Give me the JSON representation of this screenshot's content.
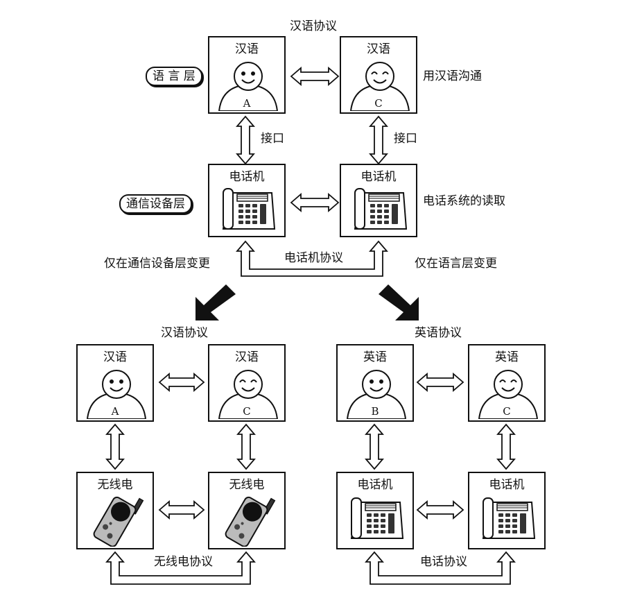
{
  "top": {
    "title": "汉语协议",
    "left_box": {
      "caption": "汉语",
      "person": "A"
    },
    "right_box": {
      "caption": "汉语",
      "person": "C"
    },
    "language_layer_tag": "语 言 层",
    "right_note_lang": "用汉语沟通",
    "interface_left": "接口",
    "interface_right": "接口",
    "phone_left": "电话机",
    "phone_right": "电话机",
    "comm_layer_tag": "通信设备层",
    "right_note_comm": "电话系统的读取",
    "phone_protocol": "电话机协议",
    "left_change": "仅在通信设备层变更",
    "right_change": "仅在语言层变更"
  },
  "bottom_left": {
    "title": "汉语协议",
    "box_a": {
      "caption": "汉语",
      "person": "A"
    },
    "box_c": {
      "caption": "汉语",
      "person": "C"
    },
    "radio_left": "无线电",
    "radio_right": "无线电",
    "protocol": "无线电协议"
  },
  "bottom_right": {
    "title": "英语协议",
    "box_b": {
      "caption": "英语",
      "person": "B"
    },
    "box_c": {
      "caption": "英语",
      "person": "C"
    },
    "phone_left": "电话机",
    "phone_right": "电话机",
    "protocol": "电话协议"
  }
}
